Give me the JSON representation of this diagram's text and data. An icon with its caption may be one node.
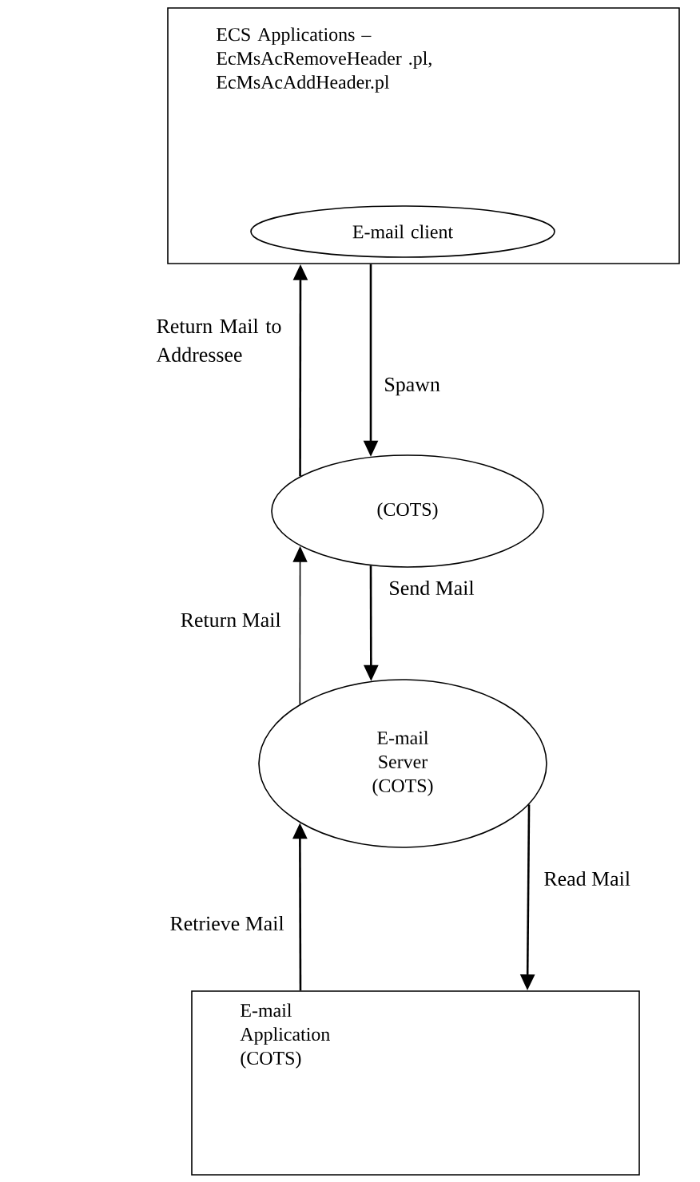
{
  "diagram": {
    "nodes": [
      {
        "text": [
          "ECS Applications – EcMsAcRemoveHeader .pl, EcMsAcAddHeader.pl"
        ]
      },
      {
        "text": [
          "E-mail client"
        ],
        "in": 0
      },
      {
        "text": [
          "(COTS)"
        ]
      },
      {
        "text": [
          "E-mail Server (COTS)"
        ]
      },
      {
        "text": [
          "E-mail Application (COTS)"
        ]
      }
    ],
    "edges": [
      {
        "from": 2,
        "to": 0,
        "arrow": "to",
        "label": "Return Mail to Addressee"
      },
      {
        "from": 0,
        "to": 2,
        "arrow": "to",
        "label": "Spawn"
      },
      {
        "from": 3,
        "to": 2,
        "arrow": "to",
        "label": "Return Mail"
      },
      {
        "from": 2,
        "to": 3,
        "arrow": "to",
        "label": "Send Mail"
      },
      {
        "from": 4,
        "to": 3,
        "arrow": "to",
        "label": "Retrieve Mail"
      },
      {
        "from": 3,
        "to": 4,
        "arrow": "to",
        "label": "Read Mail"
      }
    ]
  }
}
